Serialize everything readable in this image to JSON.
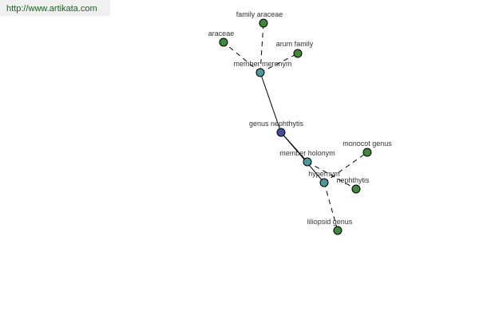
{
  "watermark": "http://www.artikata.com",
  "graph": {
    "nodes": [
      {
        "id": "family-araceae",
        "label": "family araceae",
        "kind": "leaf"
      },
      {
        "id": "araceae",
        "label": "araceae",
        "kind": "leaf"
      },
      {
        "id": "arum-family",
        "label": "arum family",
        "kind": "leaf"
      },
      {
        "id": "member-meronym",
        "label": "member meronym",
        "kind": "relation"
      },
      {
        "id": "genus-nephthytis",
        "label": "genus nephthytis",
        "kind": "center"
      },
      {
        "id": "member-holonym",
        "label": "member holonym",
        "kind": "relation"
      },
      {
        "id": "monocot-genus",
        "label": "monocot genus",
        "kind": "leaf"
      },
      {
        "id": "hypernym",
        "label": "hypernym",
        "kind": "relation"
      },
      {
        "id": "nephthytis",
        "label": "nephthytis",
        "kind": "leaf"
      },
      {
        "id": "liliopsid-genus",
        "label": "liliopsid genus",
        "kind": "leaf"
      }
    ],
    "edges": [
      {
        "from": "member-meronym",
        "to": "family-araceae",
        "style": "dashed"
      },
      {
        "from": "member-meronym",
        "to": "araceae",
        "style": "dashed"
      },
      {
        "from": "member-meronym",
        "to": "arum-family",
        "style": "dashed"
      },
      {
        "from": "genus-nephthytis",
        "to": "member-meronym",
        "style": "solid"
      },
      {
        "from": "genus-nephthytis",
        "to": "member-holonym",
        "style": "solid"
      },
      {
        "from": "genus-nephthytis",
        "to": "hypernym",
        "style": "solid"
      },
      {
        "from": "member-holonym",
        "to": "nephthytis",
        "style": "dashed"
      },
      {
        "from": "hypernym",
        "to": "monocot-genus",
        "style": "dashed"
      },
      {
        "from": "hypernym",
        "to": "liliopsid-genus",
        "style": "dashed"
      }
    ]
  }
}
